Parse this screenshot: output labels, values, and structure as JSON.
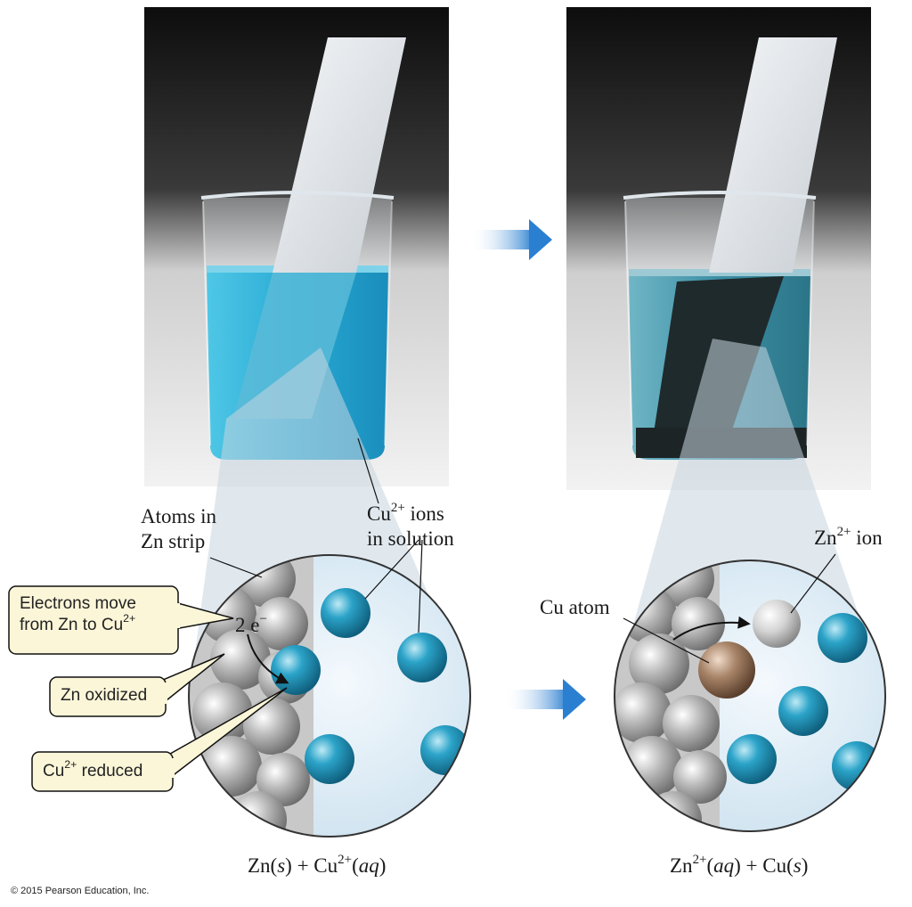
{
  "labels": {
    "atoms_in_zn_strip_1": "Atoms in",
    "atoms_in_zn_strip_2": "Zn strip",
    "cu_ions_1_pre": "Cu",
    "cu_ions_1_sup": "2+",
    "cu_ions_1_post": " ions",
    "cu_ions_2": "in solution",
    "two_e_pre": "2 e",
    "two_e_sup": "−",
    "zn_ion_pre": "Zn",
    "zn_ion_sup": "2+",
    "zn_ion_post": " ion",
    "cu_atom": "Cu atom"
  },
  "callouts": {
    "electrons_1": "Electrons move",
    "electrons_2_pre": "from Zn to Cu",
    "electrons_2_sup": "2+",
    "zn_oxidized": "Zn oxidized",
    "cu_reduced_pre": "Cu",
    "cu_reduced_sup": "2+",
    "cu_reduced_post": " reduced"
  },
  "equations": {
    "left_a": "Zn(",
    "left_s": "s",
    "left_b": ") + Cu",
    "left_sup": "2+",
    "left_c": "(",
    "left_aq": "aq",
    "left_d": ")",
    "right_a": "Zn",
    "right_sup": "2+",
    "right_b": "(",
    "right_aq": "aq",
    "right_c": ") + Cu(",
    "right_s": "s",
    "right_d": ")"
  },
  "copyright": "© 2015 Pearson Education, Inc.",
  "colors": {
    "solution_blue": "#2ab0d6",
    "ion_blue": "#1f8fb3",
    "zn_gray": "#b8b8b8",
    "cu_brown": "#9a7a60",
    "arrow_blue": "#2b7fd1",
    "callout_fill": "#fbf6d8"
  }
}
